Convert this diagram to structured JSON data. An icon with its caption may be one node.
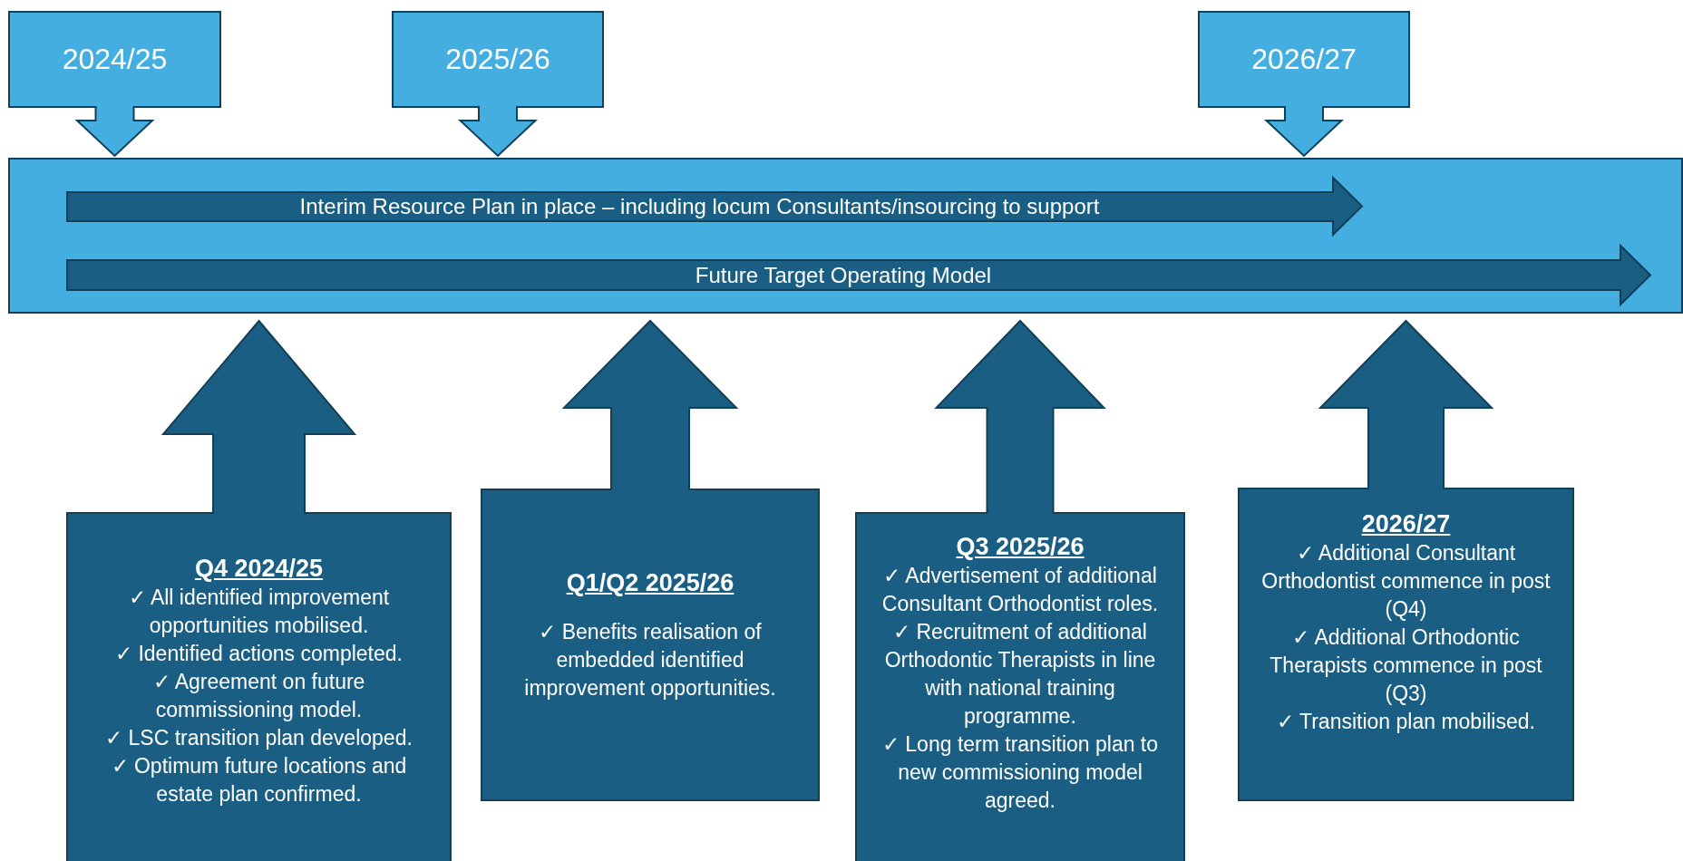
{
  "diagram": {
    "nodes": [
      {
        "text": [
          "2024/25"
        ]
      },
      {
        "text": [
          "2025/26"
        ]
      },
      {
        "text": [
          "2026/27"
        ]
      },
      {
        "text": [],
        "shape": "bar"
      },
      {
        "text": [
          "Interim Resource Plan in place – including locum Consultants/insourcing to support"
        ],
        "in": 3
      },
      {
        "text": [
          "Future Target Operating Model"
        ],
        "in": 3
      },
      {
        "text": [
          "Q4 2024/25",
          "✓ All identified improvement opportunities mobilised.",
          "✓ Identified actions completed.",
          "✓ Agreement on future commissioning model.",
          "✓ LSC transition plan developed.",
          "✓ Optimum future locations and estate plan confirmed."
        ]
      },
      {
        "text": [
          "Q1/Q2 2025/26",
          "✓ Benefits realisation of embedded identified improvement opportunities."
        ]
      },
      {
        "text": [
          "Q3 2025/26",
          "✓ Advertisement of additional Consultant Orthodontist roles.",
          "✓ Recruitment of additional Orthodontic Therapists in line with national training programme.",
          "✓ Long term transition plan to new commissioning model agreed."
        ]
      },
      {
        "text": [
          "2026/27",
          "✓ Additional Consultant Orthodontist commence in post (Q4)",
          "✓ Additional Orthodontic Therapists commence in post (Q3)",
          "✓ Transition plan mobilised."
        ]
      }
    ]
  }
}
